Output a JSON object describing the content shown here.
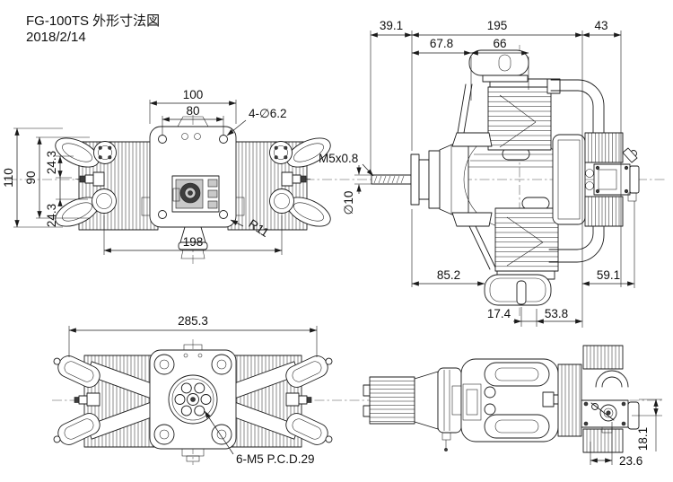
{
  "colors": {
    "background": "#ffffff",
    "line": "#1b1b1b"
  },
  "header": {
    "title": "FG-100TS 外形寸法図",
    "date": "2018/2/14"
  },
  "front_view": {
    "mount_width": "100",
    "hole_spacing": "80",
    "hole_note": "4-∅6.2",
    "overall_height": "110",
    "mount_height": "90",
    "port_offset_upper": "24.3",
    "port_offset_lower": "24.3",
    "exhaust_spacing": "198",
    "fillet_note": "R11"
  },
  "side_view": {
    "prop_thread_note": "M5x0.8",
    "shaft_dia_note": "∅10",
    "front_length": "39.1",
    "body_length": "195",
    "rear_length": "43",
    "nose_to_muffler": "67.8",
    "muffler_length": "66",
    "front_to_lower_muffler": "85.2",
    "rear_overhang": "59.1",
    "muffler_mount_offset": "17.4",
    "cyl_to_rear_face": "53.8"
  },
  "rear_view": {
    "overall_width": "285.3",
    "prop_bolt_note": "6-M5 P.C.D.29"
  },
  "top_view": {
    "carb_offset": "18.1",
    "carb_width": "23.6"
  }
}
